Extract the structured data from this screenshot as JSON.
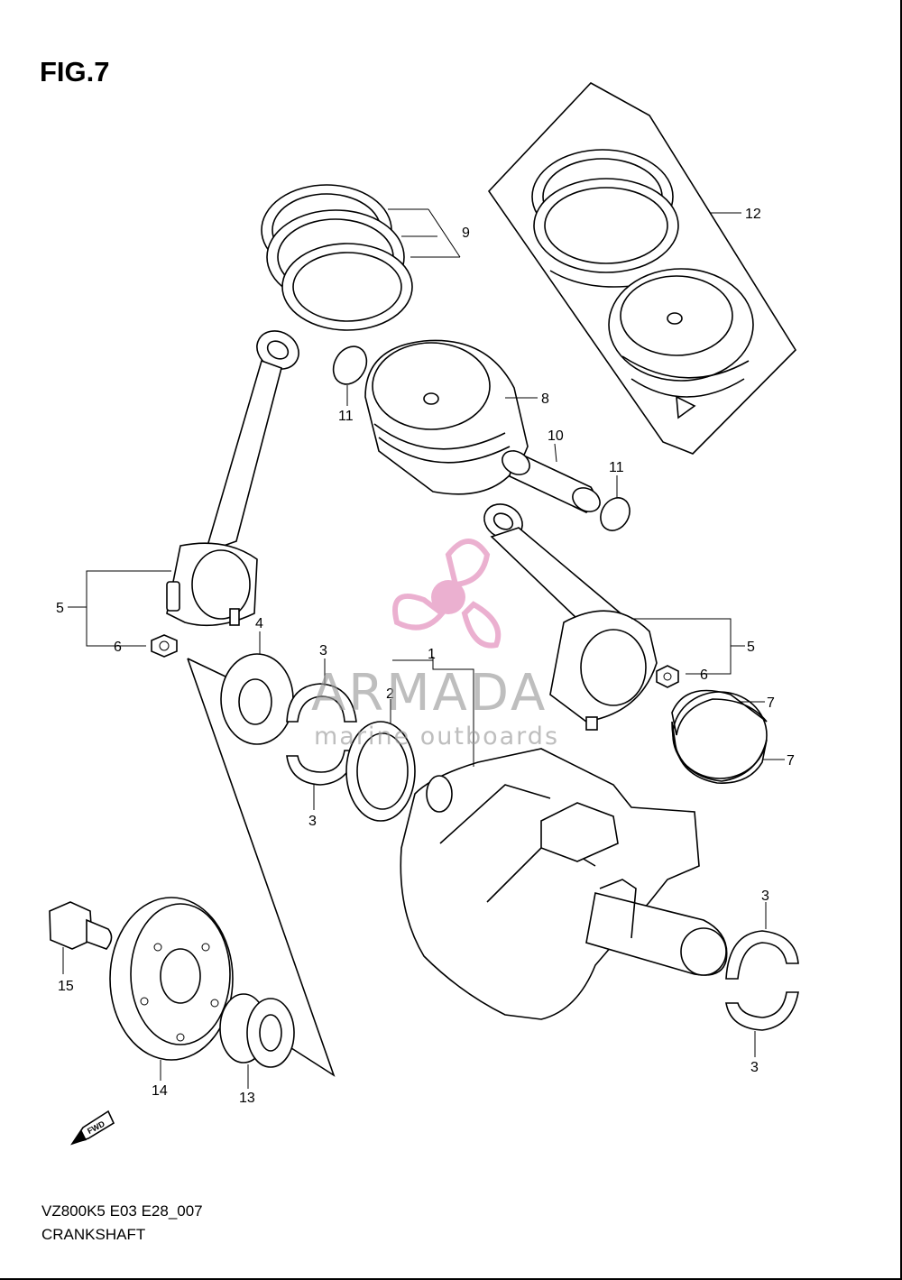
{
  "figure": {
    "title": "FIG.7",
    "model_code": "VZ800K5 E03 E28_007",
    "section_name": "CRANKSHAFT"
  },
  "watermark": {
    "brand": "ARMADA",
    "tagline": "marine outboards",
    "logo_color": "#e8a3c8"
  },
  "fwd_marker": "FWD",
  "callouts": {
    "c1": "1",
    "c2": "2",
    "c3a": "3",
    "c3b": "3",
    "c3c": "3",
    "c3d": "3",
    "c4": "4",
    "c5a": "5",
    "c5b": "5",
    "c6a": "6",
    "c6b": "6",
    "c7a": "7",
    "c7b": "7",
    "c8": "8",
    "c9": "9",
    "c10": "10",
    "c11a": "11",
    "c11b": "11",
    "c12": "12",
    "c13": "13",
    "c14": "14",
    "c15": "15"
  }
}
